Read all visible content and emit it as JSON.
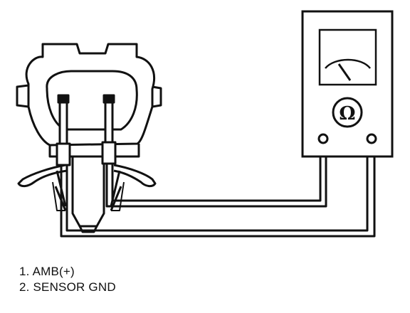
{
  "meter": {
    "unit_symbol": "Ω",
    "icon": "ohmmeter-icon"
  },
  "legend": {
    "items": [
      "1. AMB(+)",
      "2. SENSOR GND"
    ]
  }
}
